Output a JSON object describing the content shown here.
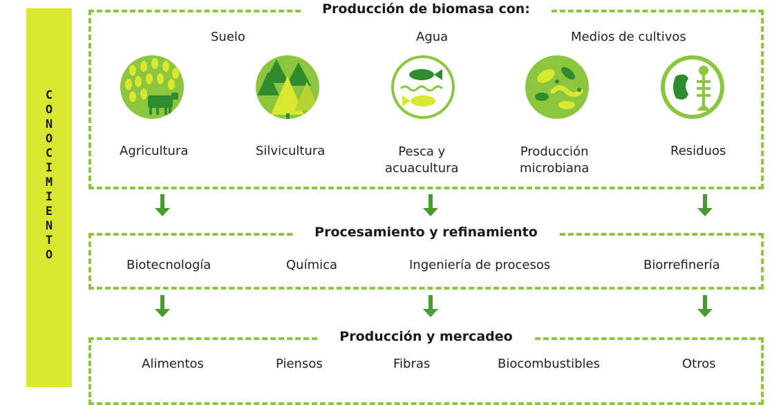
{
  "sidebar": {
    "letters": [
      "C",
      "O",
      "N",
      "O",
      "C",
      "I",
      "M",
      "I",
      "E",
      "N",
      "T",
      "O"
    ]
  },
  "production": {
    "title": "Producción de biomasa con:",
    "categories": [
      "Suelo",
      "Agua",
      "Medios de cultivos"
    ],
    "items": [
      {
        "label": "Agricultura",
        "icon": "agriculture-icon"
      },
      {
        "label": "Silvicultura",
        "icon": "forest-icon"
      },
      {
        "label": "Pesca y\nacuacultura",
        "icon": "fish-icon"
      },
      {
        "label": "Producción\nmicrobiana",
        "icon": "microbe-icon"
      },
      {
        "label": "Residuos",
        "icon": "waste-icon"
      }
    ]
  },
  "processing": {
    "title": "Procesamiento y refinamiento",
    "items": [
      "Biotecnología",
      "Química",
      "Ingeniería de procesos",
      "Biorrefinería"
    ]
  },
  "marketing": {
    "title": "Producción y mercadeo",
    "items": [
      "Alimentos",
      "Piensos",
      "Fibras",
      "Biocombustibles",
      "Otros"
    ]
  },
  "colors": {
    "accent": "#8cc63f",
    "sidebar": "#d8e830",
    "arrow": "#4a9a34"
  }
}
